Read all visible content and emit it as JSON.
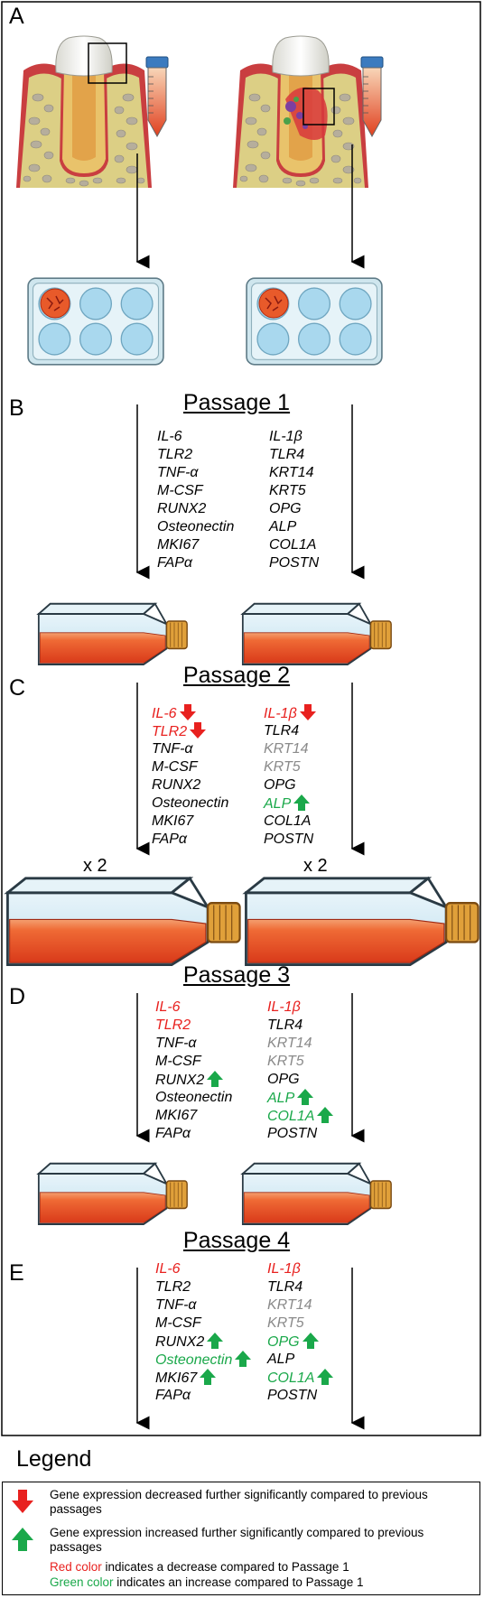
{
  "panels": {
    "A": {
      "label": "A"
    },
    "B": {
      "label": "B",
      "title": "Passage 1",
      "left": [
        {
          "t": "IL-6",
          "c": "black"
        },
        {
          "t": "TLR2",
          "c": "black"
        },
        {
          "t": "TNF-α",
          "c": "black"
        },
        {
          "t": "M-CSF",
          "c": "black"
        },
        {
          "t": "RUNX2",
          "c": "black"
        },
        {
          "t": "Osteonectin",
          "c": "black"
        },
        {
          "t": "MKI67",
          "c": "black"
        },
        {
          "t": "FAPα",
          "c": "black"
        }
      ],
      "right": [
        {
          "t": "IL-1β",
          "c": "black"
        },
        {
          "t": "TLR4",
          "c": "black"
        },
        {
          "t": "KRT14",
          "c": "black"
        },
        {
          "t": "KRT5",
          "c": "black"
        },
        {
          "t": "OPG",
          "c": "black"
        },
        {
          "t": "ALP",
          "c": "black"
        },
        {
          "t": "COL1A",
          "c": "black"
        },
        {
          "t": "POSTN",
          "c": "black"
        }
      ]
    },
    "C": {
      "label": "C",
      "title": "Passage 2",
      "left": [
        {
          "t": "IL-6",
          "c": "red",
          "a": "down"
        },
        {
          "t": "TLR2",
          "c": "red",
          "a": "down"
        },
        {
          "t": "TNF-α",
          "c": "black"
        },
        {
          "t": "M-CSF",
          "c": "black"
        },
        {
          "t": "RUNX2",
          "c": "black"
        },
        {
          "t": "Osteonectin",
          "c": "black"
        },
        {
          "t": "MKI67",
          "c": "black"
        },
        {
          "t": "FAPα",
          "c": "black"
        }
      ],
      "right": [
        {
          "t": "IL-1β",
          "c": "red",
          "a": "down"
        },
        {
          "t": "TLR4",
          "c": "black"
        },
        {
          "t": "KRT14",
          "c": "gray"
        },
        {
          "t": "KRT5",
          "c": "gray"
        },
        {
          "t": "OPG",
          "c": "black"
        },
        {
          "t": "ALP",
          "c": "green",
          "a": "up"
        },
        {
          "t": "COL1A",
          "c": "black"
        },
        {
          "t": "POSTN",
          "c": "black"
        }
      ]
    },
    "D": {
      "label": "D",
      "title": "Passage 3",
      "left": [
        {
          "t": "IL-6",
          "c": "red"
        },
        {
          "t": "TLR2",
          "c": "red"
        },
        {
          "t": "TNF-α",
          "c": "black"
        },
        {
          "t": "M-CSF",
          "c": "black"
        },
        {
          "t": "RUNX2",
          "c": "black",
          "a": "up"
        },
        {
          "t": "Osteonectin",
          "c": "black"
        },
        {
          "t": "MKI67",
          "c": "black"
        },
        {
          "t": "FAPα",
          "c": "black"
        }
      ],
      "right": [
        {
          "t": "IL-1β",
          "c": "red"
        },
        {
          "t": "TLR4",
          "c": "black"
        },
        {
          "t": "KRT14",
          "c": "gray"
        },
        {
          "t": "KRT5",
          "c": "gray"
        },
        {
          "t": "OPG",
          "c": "black"
        },
        {
          "t": "ALP",
          "c": "green",
          "a": "up"
        },
        {
          "t": "COL1A",
          "c": "green",
          "a": "up"
        },
        {
          "t": "POSTN",
          "c": "black"
        }
      ]
    },
    "E": {
      "label": "E",
      "title": "Passage 4",
      "left": [
        {
          "t": "IL-6",
          "c": "red"
        },
        {
          "t": "TLR2",
          "c": "black"
        },
        {
          "t": "TNF-α",
          "c": "black"
        },
        {
          "t": "M-CSF",
          "c": "black"
        },
        {
          "t": "RUNX2",
          "c": "black",
          "a": "up"
        },
        {
          "t": "Osteonectin",
          "c": "green",
          "a": "up"
        },
        {
          "t": "MKI67",
          "c": "black",
          "a": "up"
        },
        {
          "t": "FAPα",
          "c": "black"
        }
      ],
      "right": [
        {
          "t": "IL-1β",
          "c": "red"
        },
        {
          "t": "TLR4",
          "c": "black"
        },
        {
          "t": "KRT14",
          "c": "gray"
        },
        {
          "t": "KRT5",
          "c": "gray"
        },
        {
          "t": "OPG",
          "c": "green",
          "a": "up"
        },
        {
          "t": "ALP",
          "c": "black"
        },
        {
          "t": "COL1A",
          "c": "green",
          "a": "up"
        },
        {
          "t": "POSTN",
          "c": "black"
        }
      ]
    }
  },
  "multiplier": {
    "left": "x 2",
    "right": "x 2"
  },
  "legend": {
    "title": "Legend",
    "down_text": "Gene expression decreased further significantly compared to previous passages",
    "up_text": "Gene expression increased further significantly compared to previous passages",
    "red_prefix": "Red color",
    "red_rest": " indicates a decrease compared to Passage 1",
    "green_prefix": "Green color",
    "green_rest": " indicates an increase compared to Passage 1"
  },
  "colors": {
    "red": "#e8211f",
    "green": "#1aa84a",
    "gray": "#8a8a8a",
    "flask_liquid": "#ef5a2a",
    "bone": "#dcd38a",
    "gum": "#d8484a"
  }
}
